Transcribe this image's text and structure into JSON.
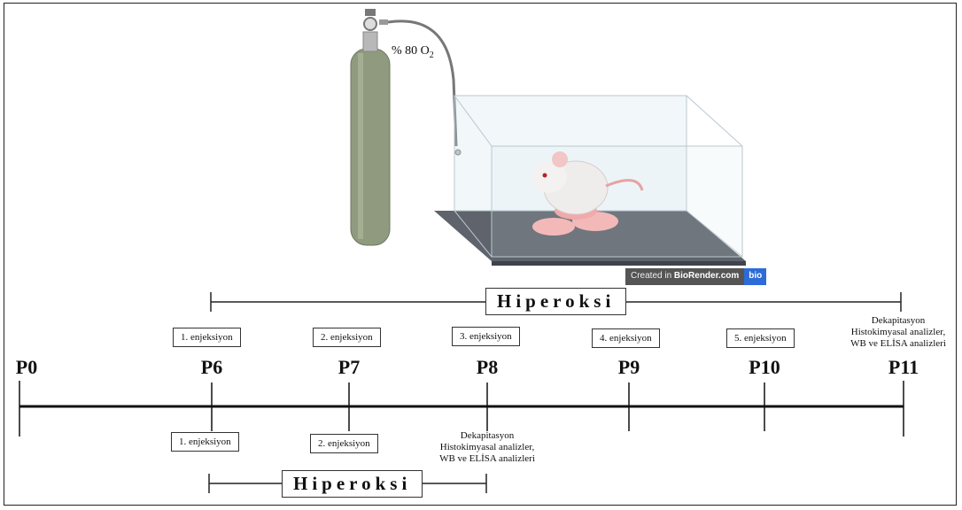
{
  "oxygen_label": "% 80 O",
  "oxygen_sub": "2",
  "watermark": {
    "prefix": "Created in ",
    "brand": "BioRender.com",
    "tag": "bio"
  },
  "top_timeline": {
    "hyperoxia_label": "Hiperoksi",
    "injections": [
      "1. enjeksiyon",
      "2. enjeksiyon",
      "3. enjeksiyon",
      "4. enjeksiyon",
      "5. enjeksiyon"
    ],
    "end_note": [
      "Dekapitasyon",
      "Histokimyasal analizler,",
      "WB ve ELİSA  analizleri"
    ]
  },
  "days": [
    "P0",
    "P6",
    "P7",
    "P8",
    "P9",
    "P10",
    "P11"
  ],
  "bottom_timeline": {
    "injections": [
      "1. enjeksiyon",
      "2. enjeksiyon"
    ],
    "end_note": [
      "Dekapitasyon",
      "Histokimyasal analizler,",
      "WB ve ELİSA  analizleri"
    ],
    "hyperoxia_label": "Hiperoksi"
  }
}
